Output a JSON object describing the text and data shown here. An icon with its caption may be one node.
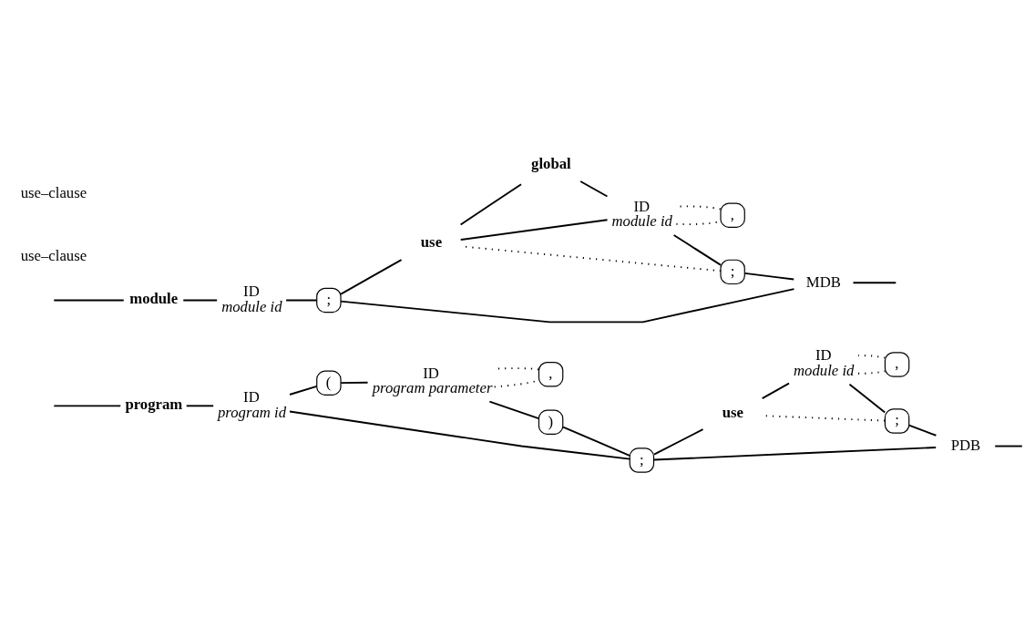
{
  "diagram": {
    "nodes": [
      {
        "text": [
          "program"
        ]
      },
      {
        "text": [
          "ID"
        ],
        "beside": [
          "program id"
        ]
      },
      {
        "text": [
          "("
        ]
      },
      {
        "text": [
          ","
        ]
      },
      {
        "text": [
          "ID"
        ],
        "beside": [
          "program parameter"
        ]
      },
      {
        "text": [
          ")"
        ]
      },
      {
        "text": [
          ";"
        ]
      },
      {
        "text": [
          "use"
        ]
      },
      {
        "text": [
          ","
        ]
      },
      {
        "text": [
          "ID"
        ],
        "beside": [
          "module id"
        ]
      },
      {
        "text": [
          ";"
        ]
      },
      {
        "text": [
          "PDB"
        ]
      },
      {
        "text": [
          "module"
        ]
      },
      {
        "text": [
          "ID"
        ],
        "beside": [
          "module id"
        ]
      },
      {
        "text": [
          ";"
        ]
      },
      {
        "text": [
          "use"
        ]
      },
      {
        "text": [
          "global"
        ]
      },
      {
        "text": [
          ","
        ]
      },
      {
        "text": [
          "ID"
        ],
        "beside": [
          "module id"
        ]
      },
      {
        "text": [
          ";"
        ]
      },
      {
        "text": [
          "MDB"
        ]
      }
    ],
    "edges": [
      {
        "from": null,
        "to": 0,
        "arrow": "none"
      },
      {
        "from": null,
        "to": 12,
        "arrow": "none"
      },
      {
        "from": 0,
        "to": 1,
        "arrow": "none"
      },
      {
        "from": 1,
        "to": 2,
        "arrow": "none"
      },
      {
        "from": 1,
        "to": 6,
        "arrow": "none"
      },
      {
        "from": 2,
        "to": 4,
        "arrow": "none"
      },
      {
        "from": 4,
        "to": 5,
        "arrow": "none"
      },
      {
        "from": 4,
        "to": 3,
        "arrow": "none",
        "style": "dashed"
      },
      {
        "from": 3,
        "to": 4,
        "arrow": "none",
        "style": "dashed"
      },
      {
        "from": 5,
        "to": 6,
        "arrow": "none"
      },
      {
        "from": 6,
        "to": 7,
        "arrow": "none"
      },
      {
        "from": 6,
        "to": 11,
        "arrow": "none"
      },
      {
        "from": 7,
        "to": 9,
        "arrow": "none"
      },
      {
        "from": 9,
        "to": 10,
        "arrow": "none"
      },
      {
        "from": 9,
        "to": 8,
        "arrow": "none",
        "style": "dashed"
      },
      {
        "from": 8,
        "to": 9,
        "arrow": "none",
        "style": "dashed"
      },
      {
        "from": 10,
        "to": 7,
        "arrow": "none",
        "style": "dashed"
      },
      {
        "from": 10,
        "to": 11,
        "arrow": "none"
      },
      {
        "from": 11,
        "to": null,
        "arrow": "none"
      },
      {
        "from": 12,
        "to": 13,
        "arrow": "none"
      },
      {
        "from": 13,
        "to": 14,
        "arrow": "none"
      },
      {
        "from": 14,
        "to": 15,
        "arrow": "none"
      },
      {
        "from": 14,
        "to": 20,
        "arrow": "none"
      },
      {
        "from": 15,
        "to": 16,
        "arrow": "none"
      },
      {
        "from": 15,
        "to": 18,
        "arrow": "none"
      },
      {
        "from": 16,
        "to": 18,
        "arrow": "none"
      },
      {
        "from": 18,
        "to": 19,
        "arrow": "none"
      },
      {
        "from": 18,
        "to": 17,
        "arrow": "none",
        "style": "dashed"
      },
      {
        "from": 17,
        "to": 18,
        "arrow": "none",
        "style": "dashed"
      },
      {
        "from": 19,
        "to": 15,
        "arrow": "none",
        "style": "dashed"
      },
      {
        "from": 19,
        "to": 20,
        "arrow": "none"
      },
      {
        "from": 20,
        "to": null,
        "arrow": "none"
      }
    ],
    "labels": [
      "use–clause",
      "use–clause"
    ]
  }
}
